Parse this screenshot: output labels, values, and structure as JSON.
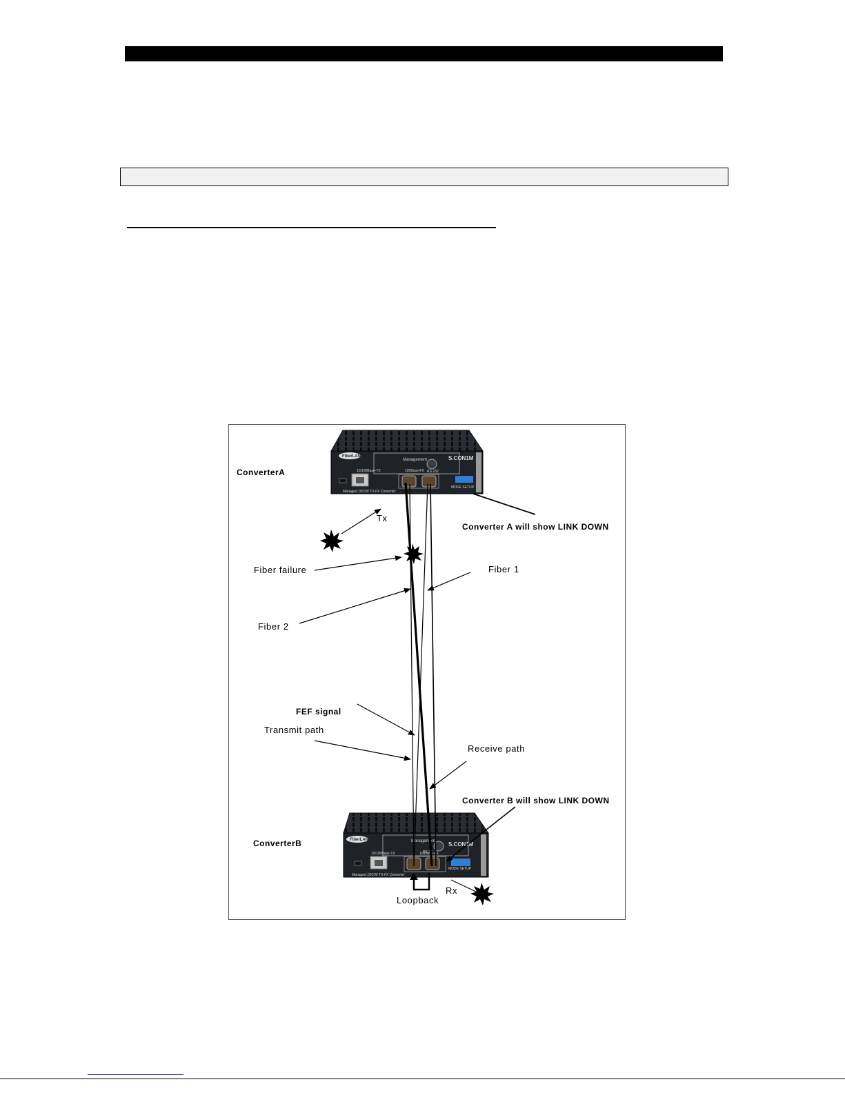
{
  "diagram": {
    "labels": {
      "converter_a": "ConverterA",
      "converter_b": "ConverterB",
      "tx": "Tx",
      "rx": "Rx",
      "converter_a_status": "Converter A will show LINK DOWN",
      "converter_b_status": "Converter B will show LINK DOWN",
      "fiber_failure": "Fiber failure",
      "fiber_1": "Fiber 1",
      "fiber_2": "Fiber 2",
      "fef_signal": "FEF signal",
      "transmit_path": "Transmit path",
      "receive_path": "Receive path",
      "loopback": "Loopback"
    },
    "device_a": {
      "brand": "FiberLAN",
      "management_label": "Management",
      "model": "S.CON1M",
      "port_rs232": "RS 232",
      "port_tx": "10/100Base-TX",
      "port_fx": "100Base-FX",
      "mode_setup": "MODE SETUP",
      "caption": "Managed 10/100 TX-FX Converter"
    },
    "device_b": {
      "brand": "FiberLAN",
      "management_label": "Management",
      "model": "S.CON1M",
      "port_rs232": "RS 2",
      "port_tx": "10/100Base-TX",
      "port_fx": "100Base-FX",
      "mode_setup": "MODE SETUP",
      "caption": "Managed 10/100 TX-FX Converter"
    }
  }
}
